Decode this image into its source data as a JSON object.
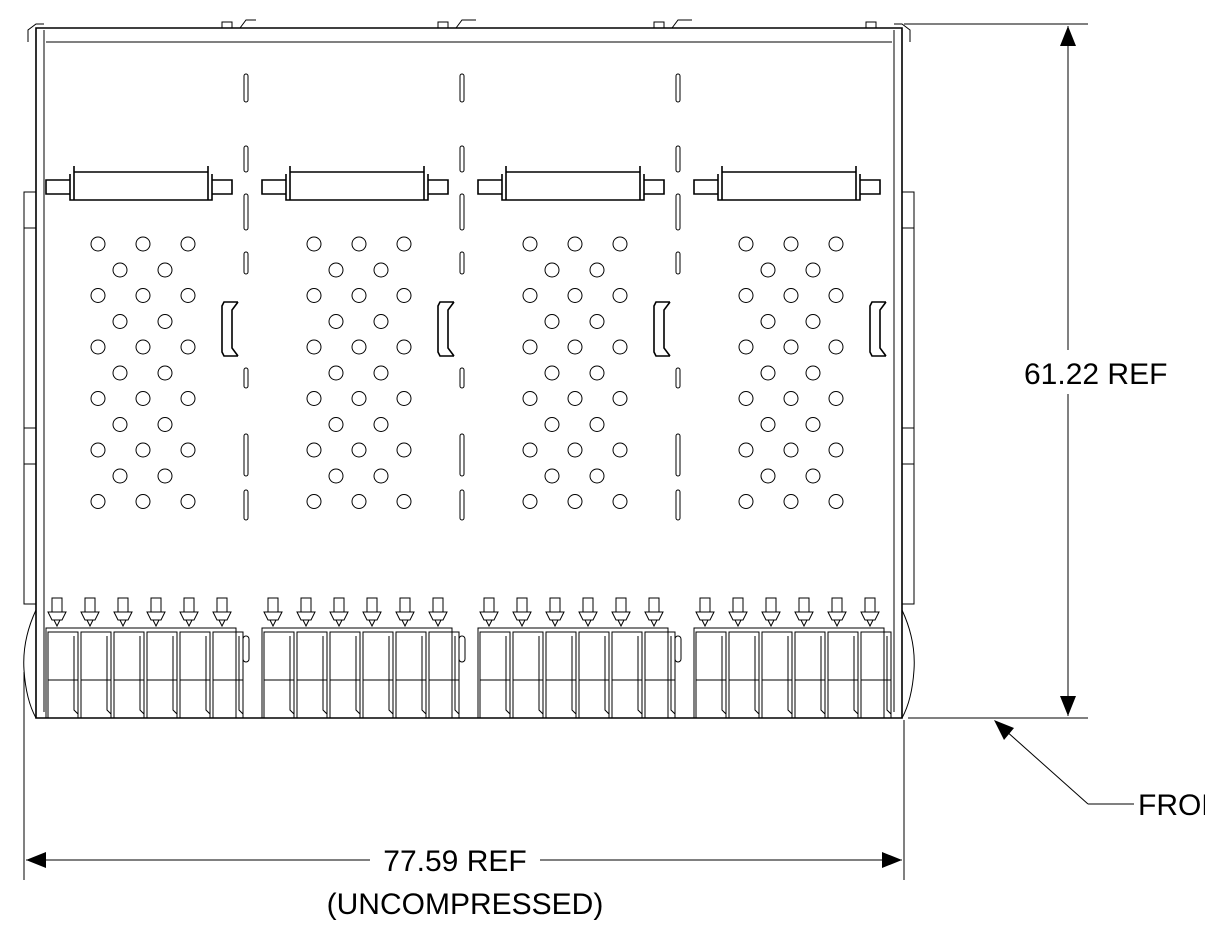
{
  "drawing": {
    "height_dimension": "61.22 REF",
    "width_dimension": "77.59 REF",
    "width_note": "(UNCOMPRESSED)",
    "front_callout": "FRONT",
    "line_color": "#000000",
    "background_color": "#ffffff"
  }
}
